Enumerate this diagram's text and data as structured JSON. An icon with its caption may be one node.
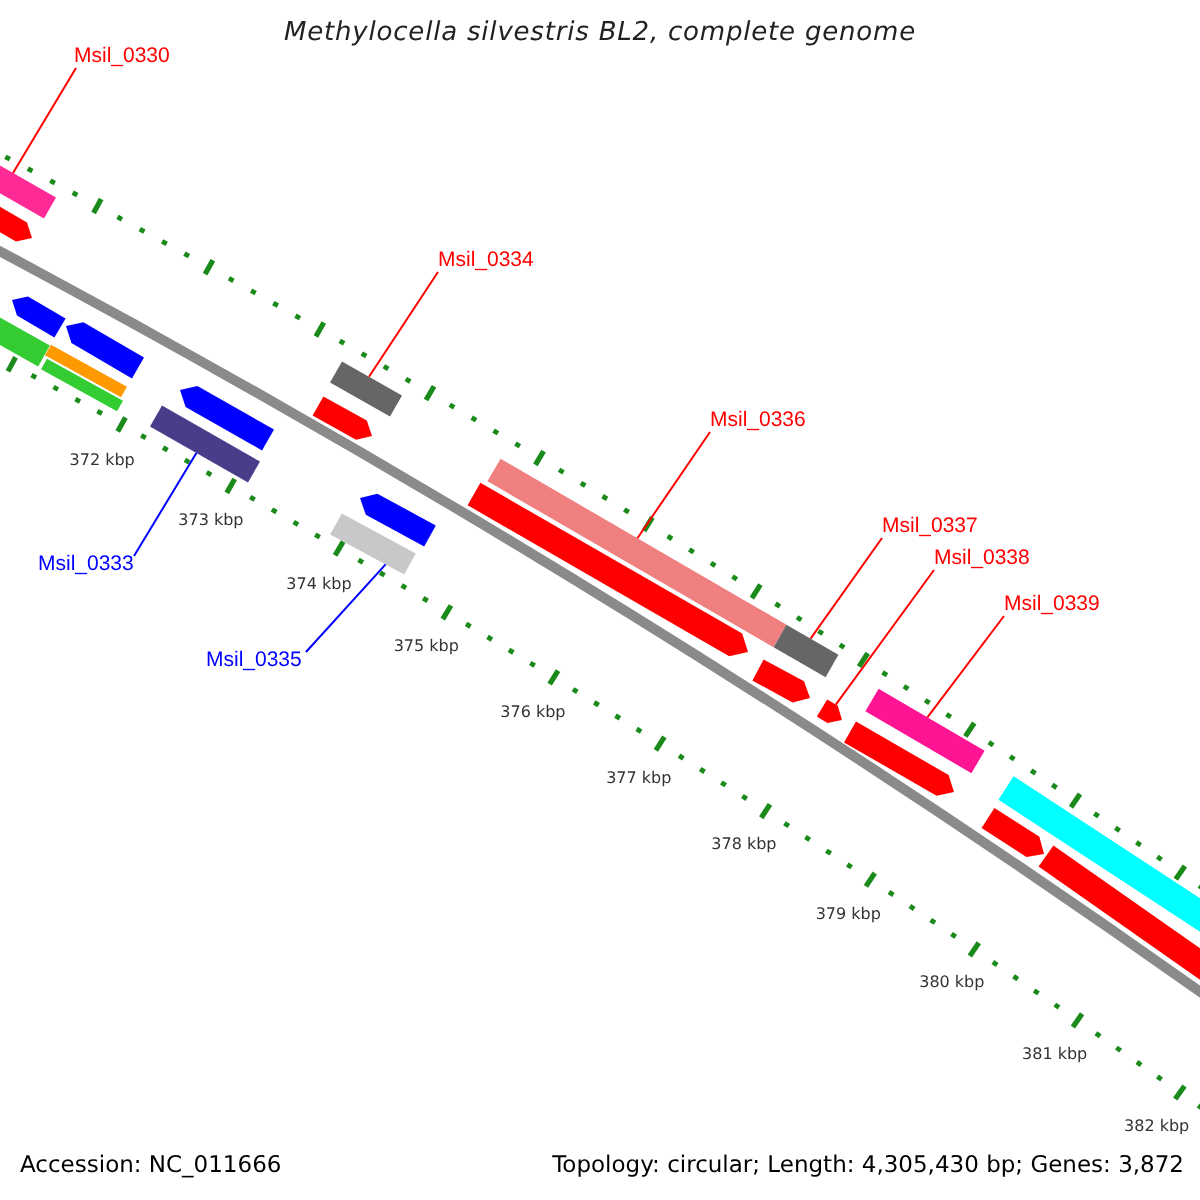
{
  "diagram": {
    "title": "Methylocella silvestris BL2, complete genome",
    "nodes": [
      {
        "text": [
          "Msil_0330"
        ]
      },
      {
        "text": [
          "Msil_0334"
        ]
      },
      {
        "text": [
          "Msil_0336"
        ]
      },
      {
        "text": [
          "Msil_0337"
        ]
      },
      {
        "text": [
          "Msil_0338"
        ]
      },
      {
        "text": [
          "Msil_0339"
        ]
      },
      {
        "text": [
          "Msil_0333"
        ]
      },
      {
        "text": [
          "Msil_0335"
        ]
      },
      {
        "text": [],
        "shape": "bar"
      },
      {
        "text": [],
        "shape": "bar"
      },
      {
        "text": [],
        "shape": "bar"
      },
      {
        "text": [],
        "shape": "bar"
      },
      {
        "text": [],
        "shape": "bar"
      },
      {
        "text": [],
        "shape": "bar"
      },
      {
        "text": [],
        "shape": "bar"
      },
      {
        "text": [],
        "shape": "bar"
      },
      {
        "text": [],
        "shape": "bar"
      },
      {
        "text": [],
        "shape": "bar"
      },
      {
        "text": [],
        "shape": "bar"
      },
      {
        "text": [],
        "shape": "bar"
      },
      {
        "text": [],
        "shape": "bar"
      },
      {
        "text": [],
        "shape": "bar"
      },
      {
        "text": [],
        "shape": "bar"
      },
      {
        "text": [],
        "shape": "bar"
      },
      {
        "text": [],
        "shape": "bar"
      },
      {
        "text": [],
        "shape": "bar"
      },
      {
        "text": [],
        "shape": "bar"
      },
      {
        "text": [],
        "shape": "bar"
      },
      {
        "text": [],
        "shape": "bar"
      },
      {
        "text": [],
        "shape": "bar"
      },
      {
        "text": [],
        "shape": "bar"
      }
    ],
    "edges": [
      {
        "from": 0,
        "to": 8,
        "arrow": "none"
      },
      {
        "from": 1,
        "to": 9,
        "arrow": "none"
      },
      {
        "from": 2,
        "to": 10,
        "arrow": "none"
      },
      {
        "from": 3,
        "to": 11,
        "arrow": "none"
      },
      {
        "from": 4,
        "to": 12,
        "arrow": "none"
      },
      {
        "from": 5,
        "to": 13,
        "arrow": "none"
      },
      {
        "from": 6,
        "to": 14,
        "arrow": "none",
        "color": "#0000ff"
      },
      {
        "from": 7,
        "to": 15,
        "arrow": "none",
        "color": "#0000ff"
      }
    ],
    "labels": [
      "372 kbp",
      "373 kbp",
      "374 kbp",
      "375 kbp",
      "376 kbp",
      "377 kbp",
      "378 kbp",
      "379 kbp",
      "380 kbp",
      "381 kbp",
      "382 kbp",
      "Accession: NC_011666",
      "Topology: circular; Length: 4,305,430 bp; Genes: 3,872"
    ]
  }
}
